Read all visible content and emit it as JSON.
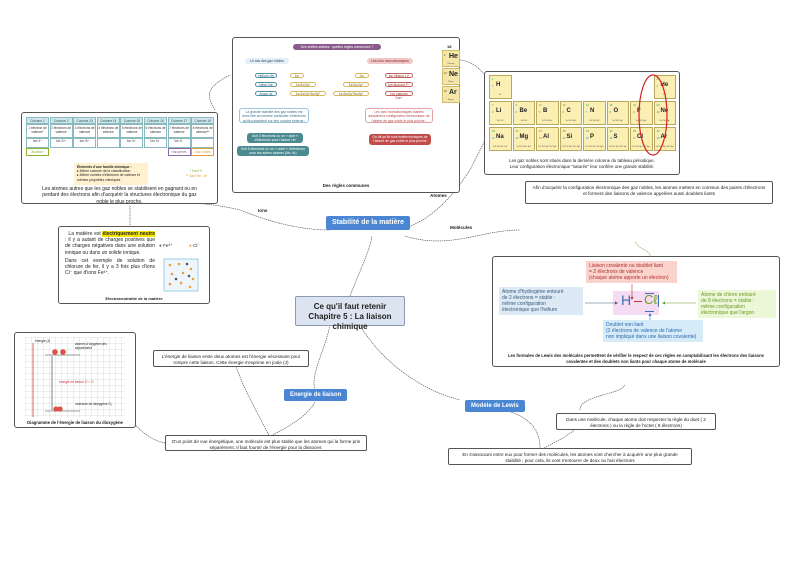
{
  "central": {
    "line1": "Ce qu'il faut retenir",
    "line2": "Chapitre 5 : La liaison chimique"
  },
  "topics": {
    "stabilite": "Stabilité de la matière",
    "energie": "Energie de liaison",
    "lewis": "Modèle de Lewis"
  },
  "edge_labels": {
    "ions": "Ions",
    "atomes": "Atomes",
    "molecules": "Molécules"
  },
  "regles_card": {
    "caption": "Des règles communes",
    "top_question": "Des entités stables : quelles règles communes ?",
    "left_header": "Le cas des gaz nobles",
    "right_header": "Les ions monoatomiques",
    "left_atoms": [
      "Hélium He",
      "Néon Ne",
      "Argon Ar"
    ],
    "left_configs": [
      "1s²",
      "1s²2s²2p⁶",
      "1s²2s²2p⁶3s²3p⁶"
    ],
    "right_ions": [
      "Ion lithium Li⁺",
      "Ion fluorure F⁻",
      "Ion calcium Ca²⁺"
    ],
    "right_configs": [
      "1s²",
      "1s²2s²2p⁶",
      "1s²2s²2p⁶3s²3p⁶"
    ],
    "left_explain": "La grande stabilité des gaz nobles est donc liée au nombre particulier d'électrons qu'ils possèdent sur leur couche externe :",
    "duet": "Soit 2 électrons ou un « duet » d'électrons pour l'atome He",
    "octet": "Soit 8 électrons ou un « octet » d'électrons pour les autres atomes (Ne, Ar)",
    "right_explain": "Les ions monoatomiques stables adoptent la configuration électronique de l'atome de gaz noble le plus proche :",
    "iso": "On dit qu'ils sont isoélectroniques de l'atome de gaz noble le plus proche",
    "group_number": "18",
    "noble_gases": [
      {
        "symbol": "He",
        "z": "2",
        "mass": "4",
        "name": "Hélium"
      },
      {
        "symbol": "Ne",
        "z": "10",
        "mass": "20",
        "name": "Néon"
      },
      {
        "symbol": "Ar",
        "z": "18",
        "mass": "40",
        "name": "Argon"
      }
    ]
  },
  "periodic_card": {
    "caption_line1": "Les gaz nobles sont situés dans la dernière colonne du tableau périodique.",
    "caption_line2": "Leur configuration électronique \"saturée\" leur confère une grande stabilité.",
    "row1": [
      {
        "symbol": "H",
        "mass": "1",
        "z": "1",
        "config": "1s¹"
      },
      {
        "symbol": "He",
        "mass": "4",
        "z": "2",
        "config": "1s²"
      }
    ],
    "row2": [
      {
        "symbol": "Li",
        "mass": "7",
        "z": "3",
        "config": "1s² 2s¹"
      },
      {
        "symbol": "Be",
        "mass": "9",
        "z": "4",
        "config": "1s² 2s²"
      },
      {
        "symbol": "B",
        "mass": "11",
        "z": "5",
        "config": "1s² 2s² 2p¹"
      },
      {
        "symbol": "C",
        "mass": "12",
        "z": "6",
        "config": "1s² 2s² 2p²"
      },
      {
        "symbol": "N",
        "mass": "14",
        "z": "7",
        "config": "1s² 2s² 2p³"
      },
      {
        "symbol": "O",
        "mass": "16",
        "z": "8",
        "config": "1s² 2s² 2p⁴"
      },
      {
        "symbol": "F",
        "mass": "19",
        "z": "9",
        "config": "1s² 2s² 2p⁵"
      },
      {
        "symbol": "Ne",
        "mass": "20",
        "z": "10",
        "config": "1s² 2s² 2p⁶"
      }
    ],
    "row3": [
      {
        "symbol": "Na",
        "mass": "23",
        "z": "11",
        "config": "1s² 2s² 2p⁶ 3s¹"
      },
      {
        "symbol": "Mg",
        "mass": "24",
        "z": "12",
        "config": "1s² 2s² 2p⁶ 3s²"
      },
      {
        "symbol": "Al",
        "mass": "27",
        "z": "13",
        "config": "1s² 2s² 2p⁶ 3s² 3p¹"
      },
      {
        "symbol": "Si",
        "mass": "28",
        "z": "14",
        "config": "1s² 2s² 2p⁶ 3s² 3p²"
      },
      {
        "symbol": "P",
        "mass": "31",
        "z": "15",
        "config": "1s² 2s² 2p⁶ 3s² 3p³"
      },
      {
        "symbol": "S",
        "mass": "32",
        "z": "16",
        "config": "1s² 2s² 2p⁶ 3s² 3p⁴"
      },
      {
        "symbol": "Cl",
        "mass": "35",
        "z": "17",
        "config": "1s² 2s² 2p⁶ 3s² 3p⁵"
      },
      {
        "symbol": "Ar",
        "mass": "40",
        "z": "18",
        "config": "1s² 2s² 2p⁶ 3s² 3p⁶"
      }
    ]
  },
  "columns_card": {
    "headers": [
      "Colonne 1",
      "Colonne 2",
      "Colonne 13",
      "Colonne 14",
      "Colonne 15",
      "Colonne 16",
      "Colonne 17",
      "Colonne 18"
    ],
    "valence": [
      "1 électron de valence*",
      "2 électrons de valence",
      "3 électrons de valence",
      "4 électrons de valence",
      "5 électrons de valence",
      "6 électrons de valence",
      "7 électrons de valence",
      "8 électrons de valence**"
    ],
    "ions": [
      "Ion X⁺",
      "Ion X²⁺",
      "Ion X³⁺",
      "",
      "Ion X³⁻",
      "Ion X²⁻",
      "Ion X⁻",
      ""
    ],
    "families": [
      "Alcalins*",
      "",
      "",
      "",
      "",
      "",
      "Halogènes",
      "Gaz nobles"
    ],
    "family_box_title": "Éléments d'une famille chimique :",
    "family_box_items": [
      "Même colonne de la classification",
      "Même nombre d'électrons de valence et mêmes propriétés chimiques"
    ],
    "footnote1": "* Sauf H",
    "footnote2": "** Sauf He : 2e⁻",
    "caption": "Les atomes autres que les gaz nobles se stabilisent en gagnant ou en perdant des électrons afin d'acquérir la structures électronique du gaz noble le plus proche."
  },
  "neutral_card": {
    "intro": "La matière est ",
    "highlight": "électriquement neutre",
    "rest": " : il y a autant de charges positives que de charges négatives dans une solution ionique ou dans un solide ionique.",
    "para2": "Dans cet exemple de solution de chlorure de fer, il y a 3 fois plus d'ions Cl⁻ que d'ions Fe³⁺.",
    "legend_fe": "Fe³⁺",
    "legend_cl": "Cl⁻",
    "caption": "Electroneutralité de la matière"
  },
  "energy_diagram": {
    "axis_label": "énergie (J)",
    "top_label": "atomes d'oxygène pris séparément",
    "middle_label": "énergie de liaison O = O",
    "bottom_label": "molécule de dioxygène O₂",
    "caption": "Diagramme de l'énergie de liaison du dioxygène"
  },
  "notes": {
    "energie_def": "L'énergie de liaison entre deux atomes est l'énergie nécessaire pour rompre cette liaison. Cette énergie s'exprime en joule (J)",
    "energie_stable": "D'un point de vue énergétique, une molécule est plus stable que les atomes qui la forme pris séparément. Il faut fournir de l'énergie pour la dissocier.",
    "molecules": "Afin d'acquérir la configuration électronique des gaz nobles, les atomes mettent en commun des paires d'électrons et forment des liaisons de valence appelées aussi doublets liants",
    "duet_octet": "Dans une molécule, chaque atome doit respecter la règle du duet ( 2 électrons ) ou la règle de l'octet ( 8 électrons)",
    "associant": "En s'associant entre eux pour former des molécules, les atomes vont chercher à acquérir une plus grande stabilité ; pour cela, ils vont s'entourer de deux ou huit électrons"
  },
  "lewis_card": {
    "covalent": [
      "Liaison covalente ou doublet liant",
      "= 2 électrons de valence",
      "(chaque atome apporte un électron)"
    ],
    "hydrogen": [
      "Atome d'hydrogène entouré",
      "de 2 électrons = stable :",
      "même configuration",
      "électronique que l'hélium"
    ],
    "chlorine": [
      "Atome de chlore entouré",
      "de 8 électrons = stable :",
      "même configuration",
      "électronique que l'argon"
    ],
    "lone_pair": [
      "Doublet non liant",
      "(2 électrons de valence de l'atome",
      "non impliqué dans une liaison covalente)"
    ],
    "formula_h": "H",
    "formula_cl": "Cℓ",
    "caption": "Les formules de Lewis des molécules permettent de vérifier le respect de ces règles en comptabilisant les électrons des liaisons covalentes et des doublets non liants pour chaque atome de molécule"
  },
  "colors": {
    "topic_blue": "#4a86d4",
    "central_bg": "#dbe4f0",
    "highlight_yellow": "#f5e400",
    "covalent_bg": "#f9d3cc",
    "hydrogen_bg": "#dde9f5",
    "chlorine_bg": "#ecf7d8",
    "lone_pair_bg": "#d6ebf8",
    "noble_circle": "#d22020"
  }
}
